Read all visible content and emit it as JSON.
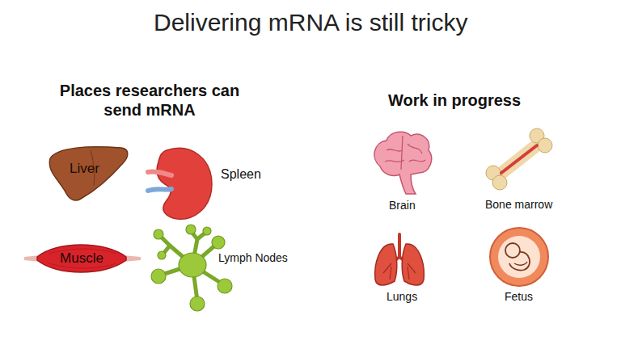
{
  "diagram": {
    "title": "Delivering mRNA is still tricky",
    "nodes": [
      {
        "text": [
          "Liver"
        ]
      },
      {
        "text": [
          "Muscle"
        ]
      }
    ],
    "labels": [
      "Places researchers can send mRNA",
      "Spleen",
      "Lymph Nodes",
      "Work in progress",
      "Brain",
      "Bone marrow",
      "Lungs",
      "Fetus"
    ]
  }
}
